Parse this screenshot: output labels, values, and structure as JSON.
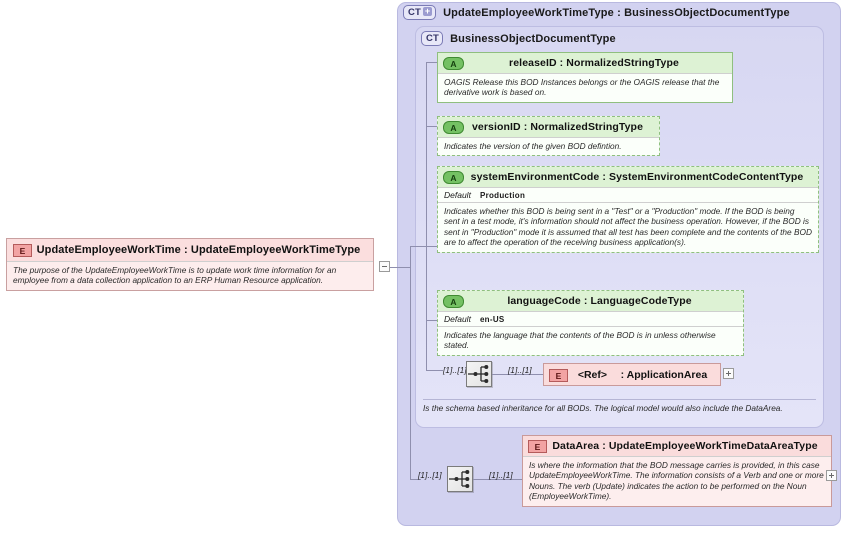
{
  "diagram": {
    "kind": "xsd-schema-diagram",
    "root_element": {
      "badge": "E",
      "name": "UpdateEmployeeWorkTime : UpdateEmployeeWorkTimeType",
      "documentation": "The purpose of the UpdateEmployeeWorkTime is to update work time information for an employee from a data collection application to an ERP Human Resource application.",
      "toggle": "collapse"
    },
    "outer_type": {
      "badge": "CT",
      "badge_plus": "+",
      "name": "UpdateEmployeeWorkTimeType : BusinessObjectDocumentType"
    },
    "base_type": {
      "badge": "CT",
      "name": "BusinessObjectDocumentType",
      "documentation": "Is the schema based inheritance for all BODs. The logical model would also include the DataArea."
    },
    "attributes": [
      {
        "badge": "A",
        "name": "releaseID : NormalizedStringType",
        "use": "required",
        "documentation": "OAGIS Release this BOD Instances belongs or the OAGIS release that the derivative work is based on."
      },
      {
        "badge": "A",
        "name": "versionID : NormalizedStringType",
        "use": "optional",
        "documentation": "Indicates the version of the given BOD defintion."
      },
      {
        "badge": "A",
        "name": "systemEnvironmentCode : SystemEnvironmentCodeContentType",
        "use": "optional",
        "default_label": "Default",
        "default_value": "Production",
        "documentation": "Indicates whether this BOD is being sent in a \"Test\" or a \"Production\" mode. If the BOD is being sent in a test mode, it's information should not affect the business operation. However, if the BOD is sent in \"Production\" mode it is assumed that all test has been complete and the contents of the BOD are to affect the operation of the receiving business application(s)."
      },
      {
        "badge": "A",
        "name": "languageCode : LanguageCodeType",
        "use": "optional",
        "default_label": "Default",
        "default_value": "en-US",
        "documentation": "Indicates the language that the contents of the BOD is in unless otherwise stated."
      }
    ],
    "sequence_top": {
      "icon": "sequence-compositor-icon",
      "cardinality_left": "[1]..[1]",
      "cardinality_right": "[1]..[1]"
    },
    "sequence_bottom": {
      "icon": "sequence-compositor-icon",
      "cardinality_left": "[1]..[1]",
      "cardinality_right": "[1]..[1]"
    },
    "ref_element": {
      "badge": "E",
      "ref_label": "<Ref>",
      "type_label": ": ApplicationArea",
      "toggle": "expand"
    },
    "data_area": {
      "badge": "E",
      "name": "DataArea : UpdateEmployeeWorkTimeDataAreaType",
      "documentation": "Is where the information that the BOD message carries is provided, in this case UpdateEmployeeWorkTime. The information consists of a Verb and one or more Nouns. The verb (Update) indicates the action to be performed on the Noun (EmployeeWorkTime).",
      "toggle": "expand"
    },
    "colors": {
      "attribute_fill": "#e9f7e4",
      "attribute_border": "#8fbf7f",
      "element_fill": "#fbe3e3",
      "element_border": "#c99a9a",
      "container_fill": "#d2d2f0",
      "container_inner_fill": "#dcdcf4",
      "connector_line": "#8f8fae"
    }
  }
}
